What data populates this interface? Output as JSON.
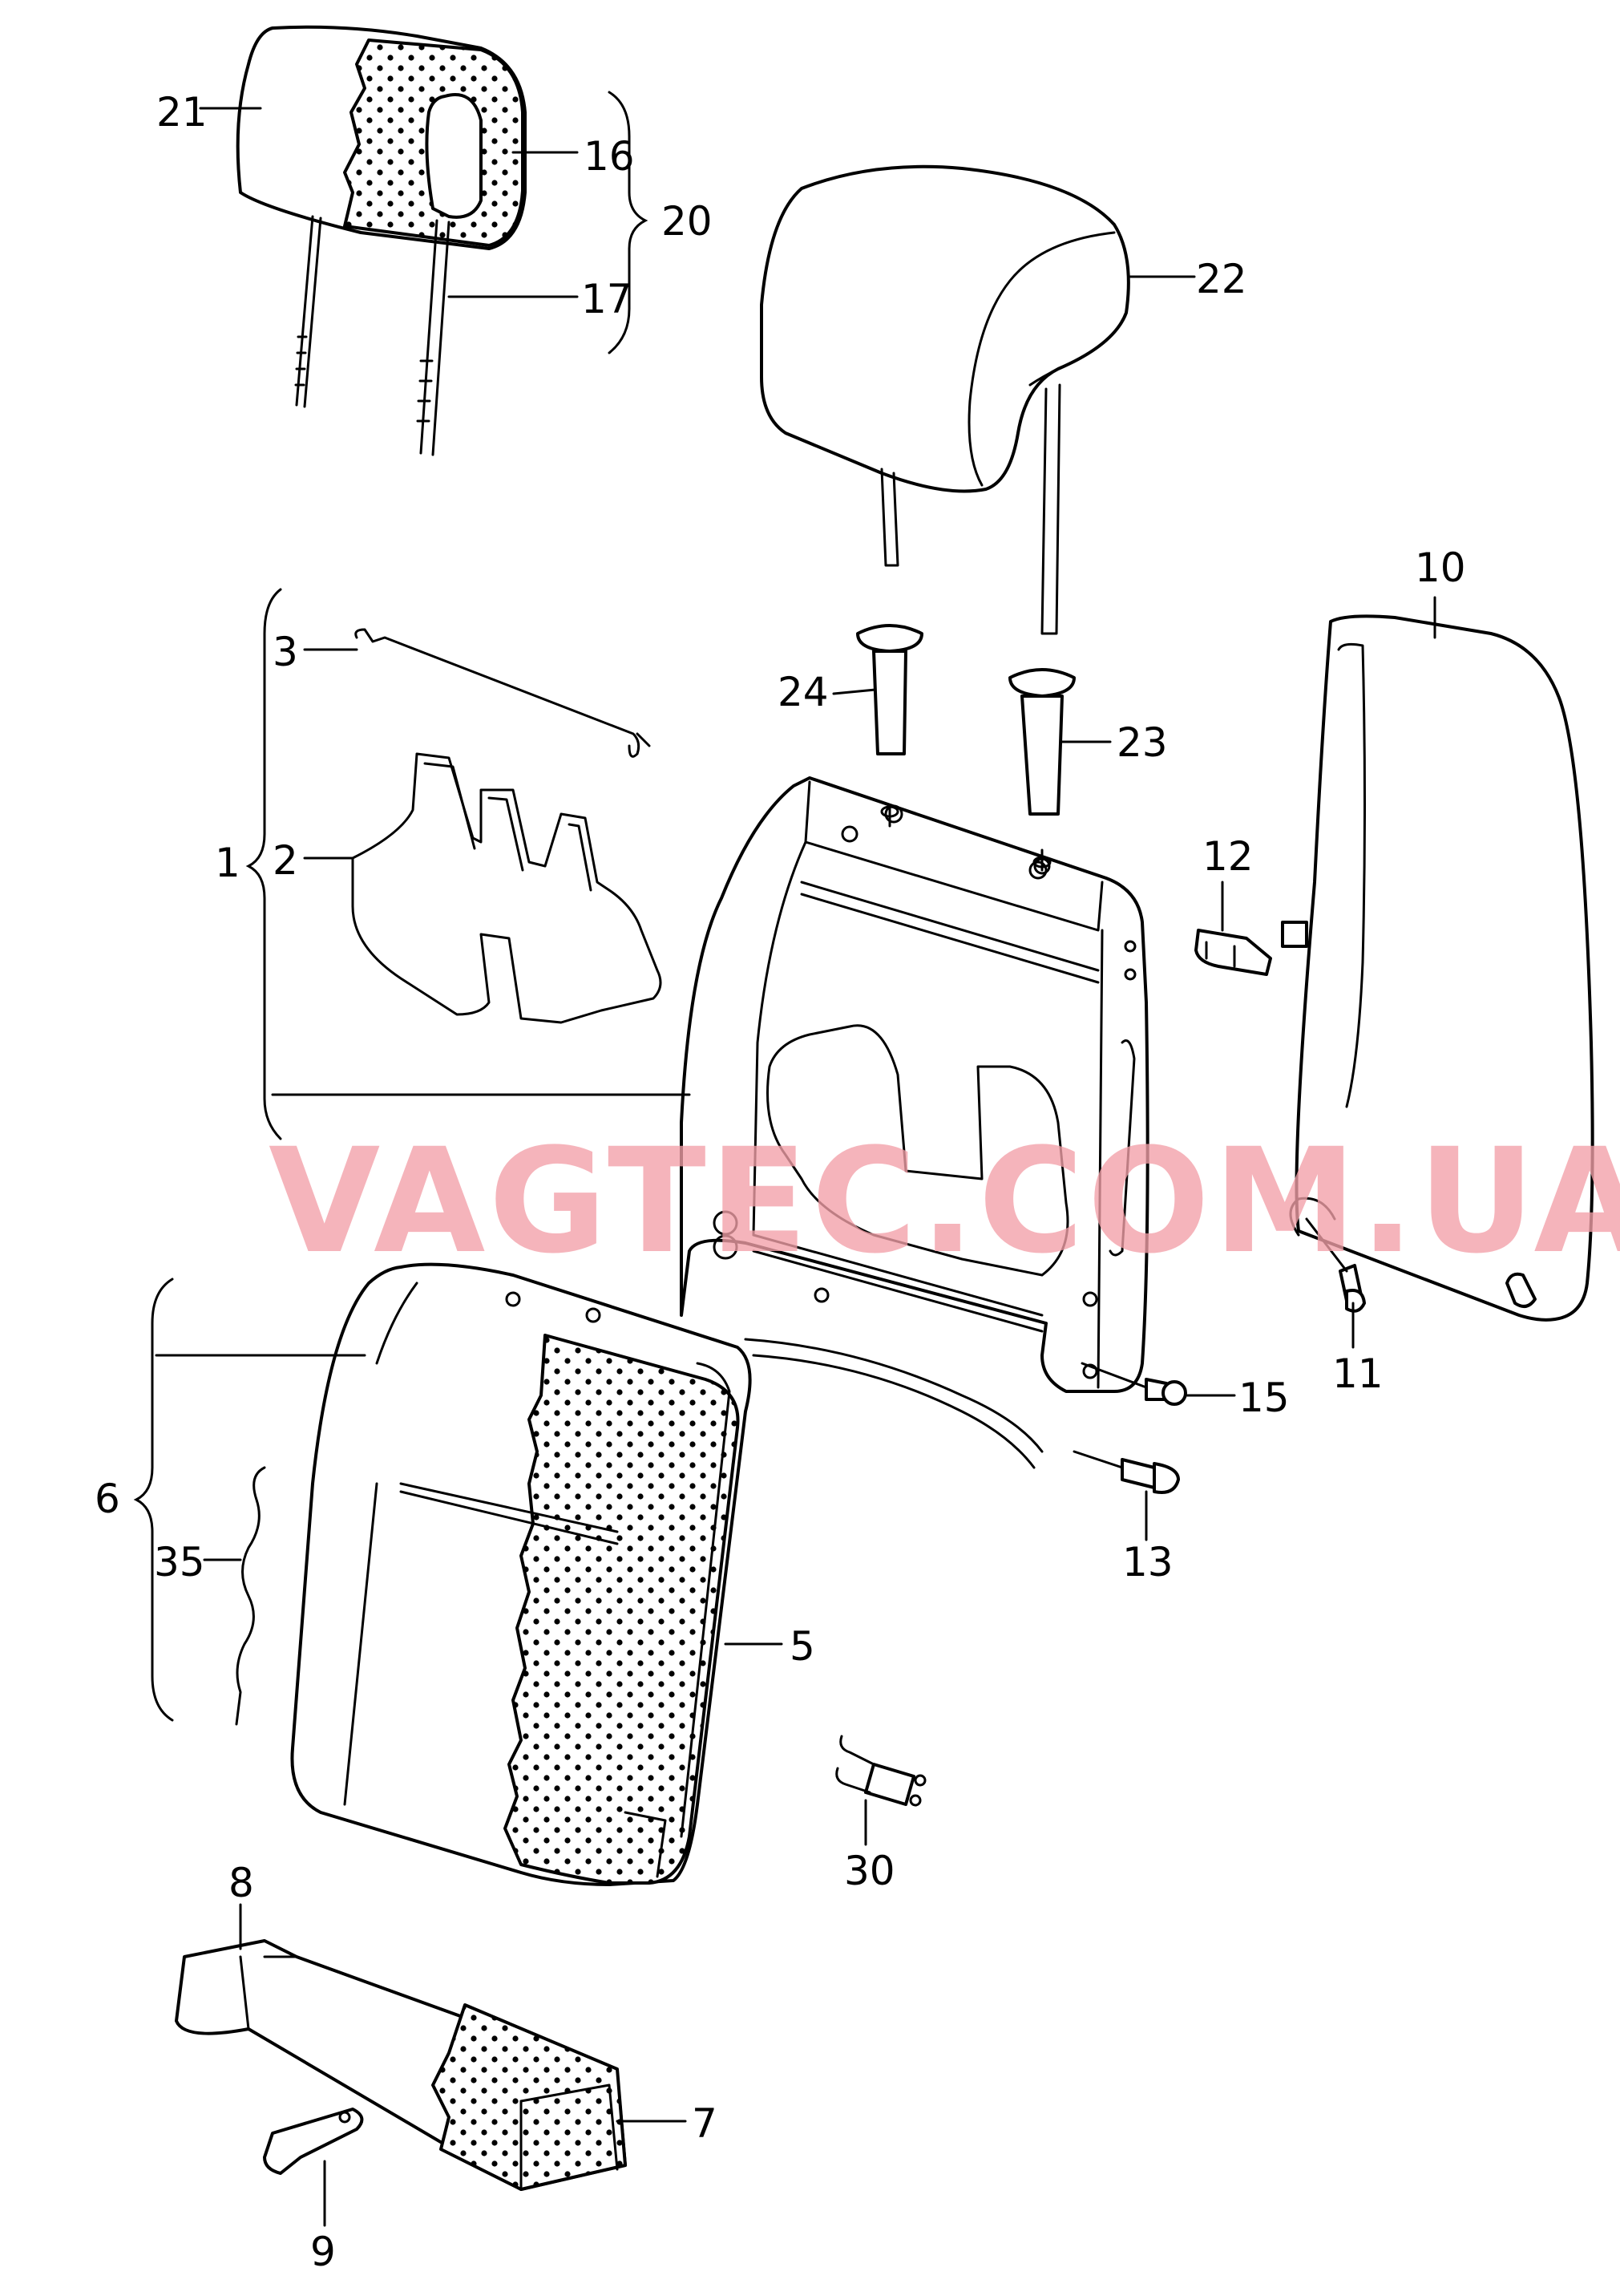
{
  "watermark": "VAGTEC.COM.UA",
  "colors": {
    "line": "#000000",
    "background": "#ffffff",
    "watermark": "#f3a0a8"
  },
  "callouts": {
    "c1": "1",
    "c2": "2",
    "c3": "3",
    "c5": "5",
    "c6": "6",
    "c7": "7",
    "c8": "8",
    "c9": "9",
    "c10": "10",
    "c11": "11",
    "c12": "12",
    "c13": "13",
    "c15": "15",
    "c16": "16",
    "c17": "17",
    "c20": "20",
    "c21": "21",
    "c22": "22",
    "c23": "23",
    "c24": "24",
    "c30": "30",
    "c35": "35"
  }
}
